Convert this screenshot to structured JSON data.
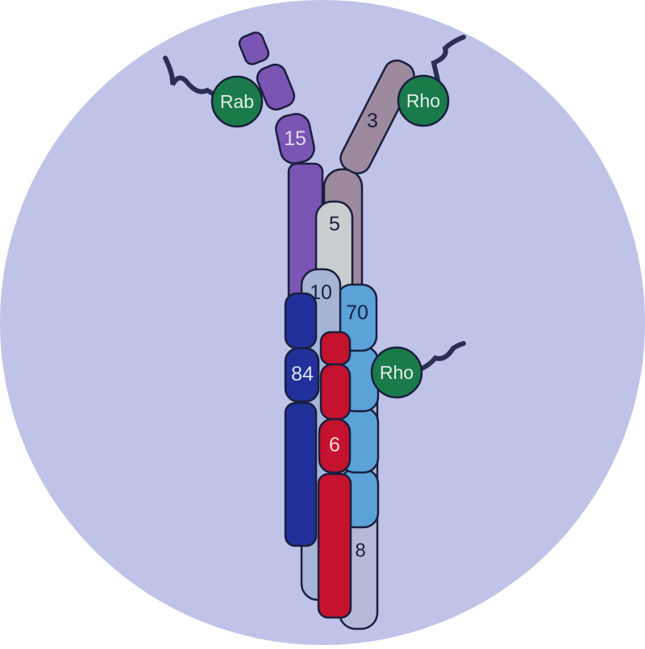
{
  "colors": {
    "background_disc": "#bfc3e8",
    "outline": "#1a1f3d",
    "purple_subunit": "#7a55b4",
    "mauve_subunit": "#9d8a9e",
    "pale_gray_subunit": "#c9cdd0",
    "light_steel_subunit": "#a6b4d6",
    "sky_blue_subunit": "#5aa2d8",
    "navy_subunit": "#22309b",
    "red_subunit": "#c4122f",
    "lavender_subunit": "#b5b9d8",
    "gtpase_green": "#1a7a4a",
    "lipid_tail": "#2b2f55"
  },
  "subunits": {
    "sec15": {
      "label": "15"
    },
    "sec3": {
      "label": "3"
    },
    "sec5": {
      "label": "5"
    },
    "sec10": {
      "label": "10"
    },
    "exo70": {
      "label": "70"
    },
    "exo84": {
      "label": "84"
    },
    "sec6": {
      "label": "6"
    },
    "sec8": {
      "label": "8"
    }
  },
  "gtpases": {
    "rab": {
      "label": "Rab"
    },
    "rho_upper": {
      "label": "Rho"
    },
    "rho_lower": {
      "label": "Rho"
    }
  }
}
